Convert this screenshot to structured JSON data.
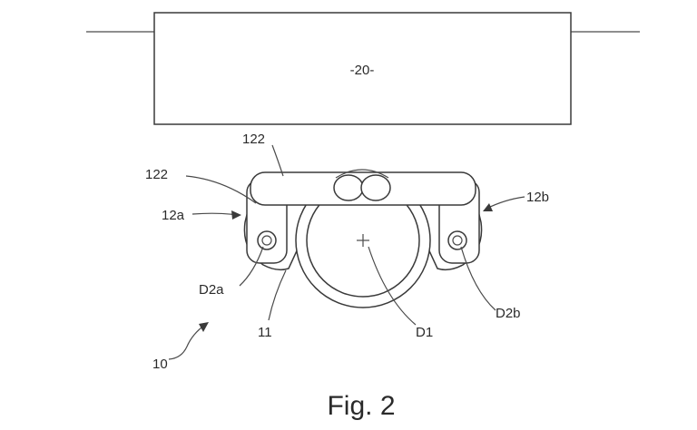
{
  "figure": {
    "caption": "Fig. 2",
    "block_label": "-20-",
    "labels": {
      "l122_top": "122",
      "l122_left": "122",
      "l12a": "12a",
      "l12b": "12b",
      "lD2a": "D2a",
      "lD2b": "D2b",
      "l11": "11",
      "lD1": "D1",
      "l10": "10"
    }
  }
}
